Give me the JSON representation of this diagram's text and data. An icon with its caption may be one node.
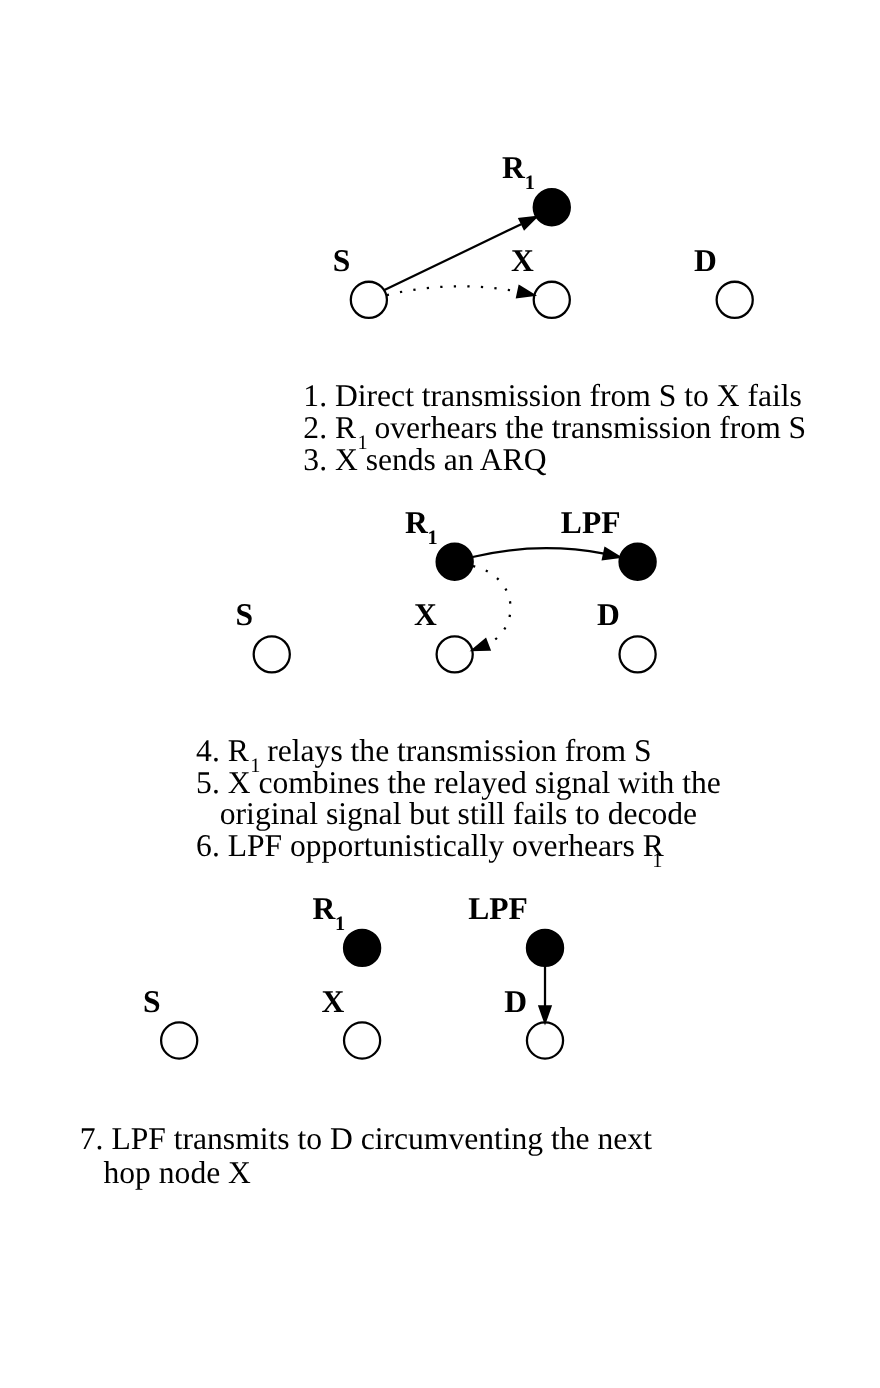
{
  "diagram": {
    "nodes": [
      {
        "text": [],
        "shape": "circle",
        "beside": [
          "R$_{1}$"
        ]
      },
      {
        "text": [],
        "shape": "circle",
        "beside": [
          "S"
        ]
      },
      {
        "text": [],
        "shape": "circle",
        "beside": [
          "X"
        ]
      },
      {
        "text": [],
        "shape": "circle",
        "beside": [
          "D"
        ]
      },
      {
        "text": [],
        "shape": "circle",
        "beside": [
          "R$_{1}$"
        ]
      },
      {
        "text": [],
        "shape": "circle",
        "beside": [
          "LPF"
        ]
      },
      {
        "text": [],
        "shape": "circle",
        "beside": [
          "S"
        ]
      },
      {
        "text": [],
        "shape": "circle",
        "beside": [
          "X"
        ]
      },
      {
        "text": [],
        "shape": "circle",
        "beside": [
          "D"
        ]
      },
      {
        "text": [],
        "shape": "circle",
        "beside": [
          "R$_{1}$"
        ]
      },
      {
        "text": [],
        "shape": "circle",
        "beside": [
          "LPF"
        ]
      },
      {
        "text": [],
        "shape": "circle",
        "beside": [
          "S"
        ]
      },
      {
        "text": [],
        "shape": "circle",
        "beside": [
          "X"
        ]
      },
      {
        "text": [],
        "shape": "circle",
        "beside": [
          "D"
        ]
      }
    ],
    "edges": [
      {
        "from": 1,
        "to": 0,
        "arrow": "to"
      },
      {
        "from": 1,
        "to": 2,
        "arrow": "to",
        "style": "dashed"
      },
      {
        "from": 4,
        "to": 5,
        "arrow": "to"
      },
      {
        "from": 4,
        "to": 7,
        "arrow": "to",
        "style": "dashed"
      },
      {
        "from": 10,
        "to": 13,
        "arrow": "to"
      }
    ],
    "labels": [
      "1. Direct transmission from S to X fails",
      "2. R$_{1}$ overhears the transmission from S",
      "3. X sends an ARQ",
      "4. R$_{1}$ relays the transmission from S",
      "5. X combines the relayed signal with the original signal but still fails to decode",
      "6. LPF opportunistically overhears R$_{1}$",
      "7. LPF transmits to D circumventing the next hop node X"
    ]
  }
}
